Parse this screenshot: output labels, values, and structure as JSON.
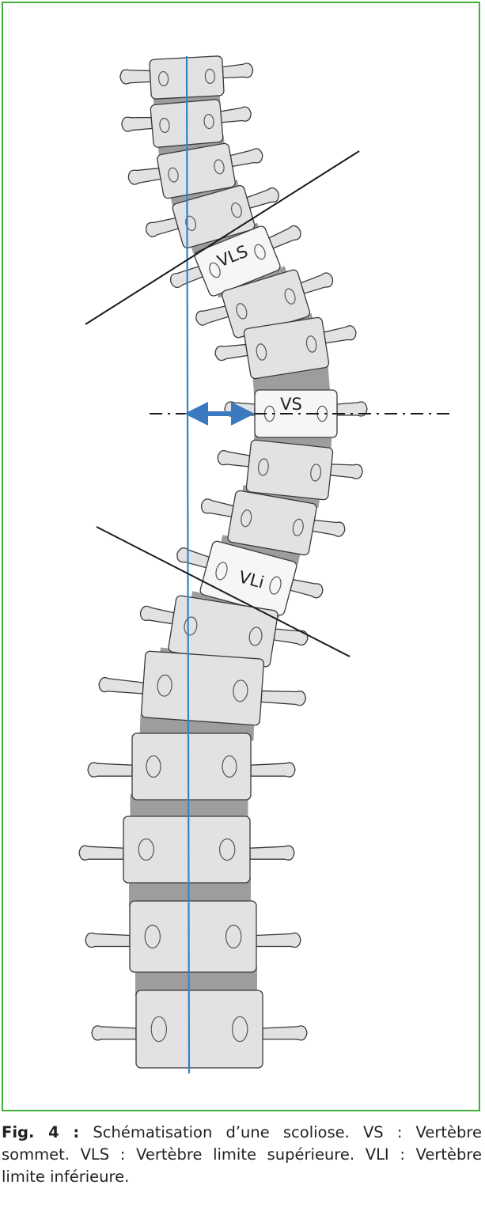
{
  "labels": {
    "vls": "VLS",
    "vs": "VS",
    "vli": "VLi"
  },
  "caption": {
    "fig_label": "Fig. 4 :",
    "text": "Schématisation d’une scoliose. VS : Vertèbre sommet. VLS : Vertèbre limite supérieure. VLI : Vertèbre limite inférieure."
  },
  "colors": {
    "frame": "#3fae3a",
    "vertebra_fill": "#e2e2e4",
    "vertebra_stroke": "#3a3a3a",
    "highlight_fill": "#f6f6f7",
    "disc_fill": "#9d9d9f",
    "plumb_line": "#2e86c8",
    "arrow": "#3a78c0",
    "tangent_lines": "#1a1a1a"
  },
  "icons": {
    "arrow": "double-headed-arrow-icon"
  }
}
